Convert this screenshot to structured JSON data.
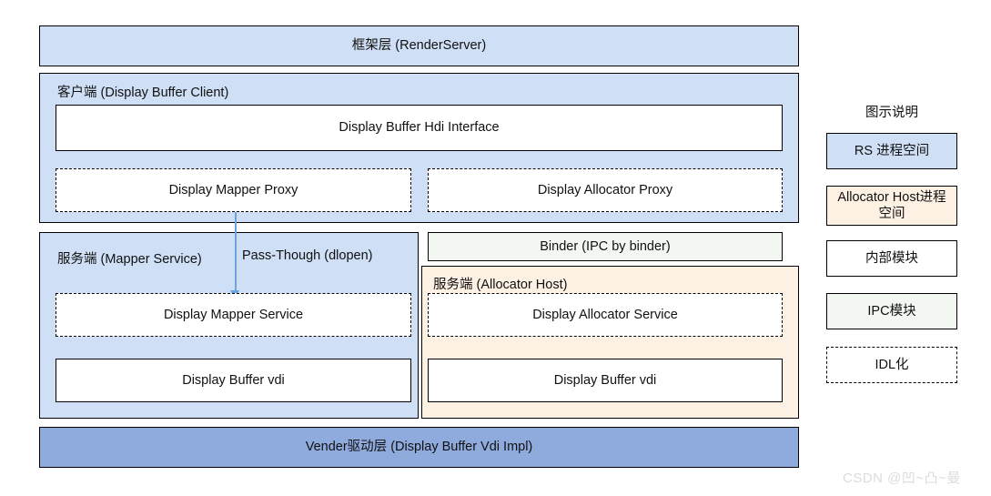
{
  "diagram": {
    "framework_layer": {
      "label": "框架层 (RenderServer)"
    },
    "client_panel": {
      "label": "客户端 (Display Buffer Client)",
      "hdi_interface": "Display Buffer Hdi Interface",
      "mapper_proxy": "Display Mapper Proxy",
      "allocator_proxy": "Display Allocator Proxy"
    },
    "mapper_service_panel": {
      "label": "服务端 (Mapper Service)",
      "passthrough_label": "Pass-Though (dlopen)",
      "mapper_service": "Display Mapper Service",
      "buffer_vdi": "Display Buffer vdi"
    },
    "binder": {
      "label": "Binder (IPC by binder)"
    },
    "allocator_host_panel": {
      "label": "服务端 (Allocator Host)",
      "allocator_service": "Display Allocator Service",
      "buffer_vdi": "Display Buffer vdi"
    },
    "vendor_layer": {
      "label": "Vender驱动层 (Display Buffer Vdi Impl)"
    }
  },
  "legend": {
    "title": "图示说明",
    "items": [
      {
        "label": "RS 进程空间",
        "color": "#cfdff6",
        "style": "solid"
      },
      {
        "label": "Allocator Host进程空间",
        "color": "#fdf1e4",
        "style": "solid"
      },
      {
        "label": "内部模块",
        "color": "#ffffff",
        "style": "solid"
      },
      {
        "label": "IPC模块",
        "color": "#f2f8f1",
        "style": "solid"
      },
      {
        "label": "IDL化",
        "color": "#ffffff",
        "style": "dashed"
      }
    ]
  },
  "watermark": {
    "text": "CSDN @凹~凸~曼"
  },
  "colors": {
    "rs_process": "#cfdff6",
    "allocator_host": "#fdf1e4",
    "ipc_module": "#f2f8f1",
    "vendor_layer": "#8faadc",
    "arrow": "#6aa3dd",
    "border": "#000000"
  }
}
